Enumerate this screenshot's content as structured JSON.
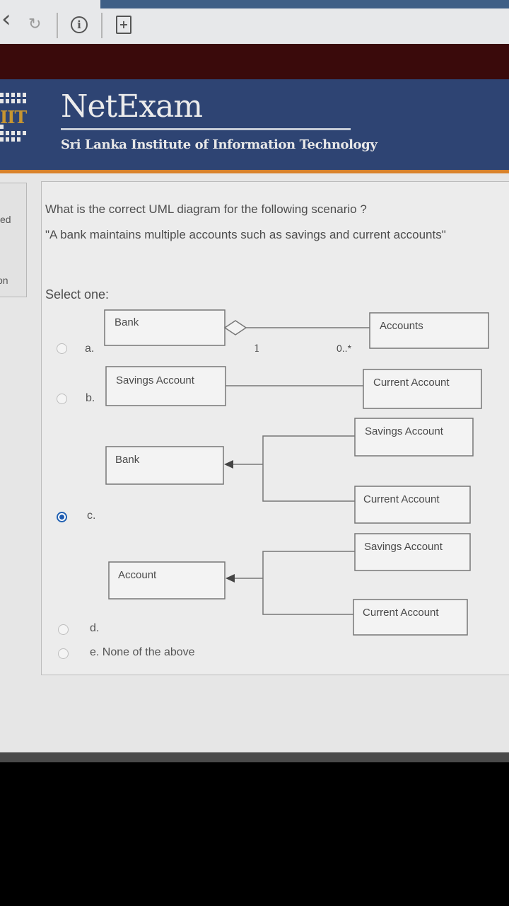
{
  "browser": {
    "back_icon": "‹",
    "reload_icon": "↻",
    "info_icon": "i",
    "add_icon": "+"
  },
  "header": {
    "logo_text": "IIT",
    "app_title": "NetExam",
    "subtitle": "Sri Lanka Institute of Information Technology"
  },
  "sidebar": {
    "fragment_1": "ed",
    "fragment_2": "on"
  },
  "question": {
    "line1": "What is the correct UML diagram for the following scenario ?",
    "line2": "\"A bank maintains multiple accounts such as savings and current accounts\"",
    "prompt": "Select one:"
  },
  "options": [
    {
      "letter": "a.",
      "selected": false,
      "diagram": {
        "left_class": "Bank",
        "right_class": "Accounts",
        "relation": "aggregation",
        "left_multiplicity": "1",
        "right_multiplicity": "0..*"
      }
    },
    {
      "letter": "b.",
      "selected": false,
      "diagram": {
        "left_class": "Savings Account",
        "right_class": "Current Account",
        "relation": "association"
      }
    },
    {
      "letter": "c.",
      "selected": true,
      "diagram": {
        "parent_class": "Bank",
        "child_1": "Savings Account",
        "child_2": "Current Account",
        "relation": "generalization"
      }
    },
    {
      "letter": "d.",
      "selected": false,
      "diagram": {
        "parent_class": "Account",
        "child_1": "Savings Account",
        "child_2": "Current Account",
        "relation": "generalization"
      }
    },
    {
      "letter": "e. None of the above",
      "selected": false
    }
  ],
  "colors": {
    "maroon": "#3a0a0b",
    "brand_blue": "#2e4473",
    "orange_rule": "#d9822b",
    "radio_selected": "#1e5bb0"
  }
}
